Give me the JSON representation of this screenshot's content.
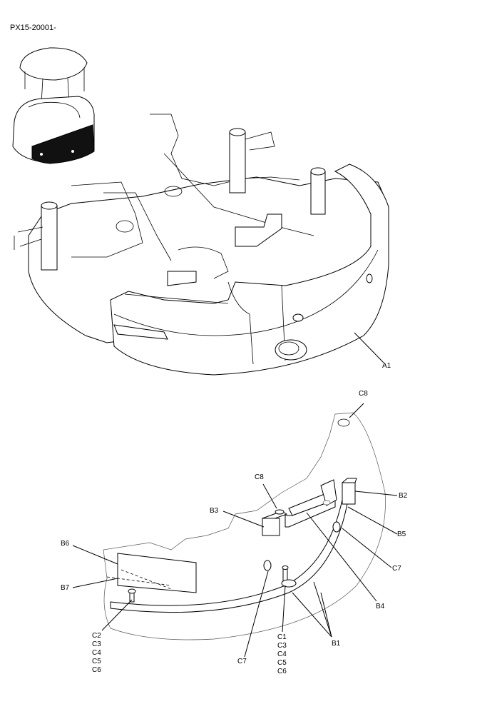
{
  "document": {
    "serial_range": "PX15-20001-"
  },
  "callouts": {
    "a1": "A1",
    "b1": "B1",
    "b2": "B2",
    "b3": "B3",
    "b4": "B4",
    "b5": "B5",
    "b6": "B6",
    "b7": "B7",
    "c7_right": "C7",
    "c7_left": "C7",
    "c8_top": "C8",
    "c8_mid": "C8",
    "group_left": [
      "C2",
      "C3",
      "C4",
      "C5",
      "C6"
    ],
    "group_right": [
      "C1",
      "C3",
      "C4",
      "C5",
      "C6"
    ]
  }
}
